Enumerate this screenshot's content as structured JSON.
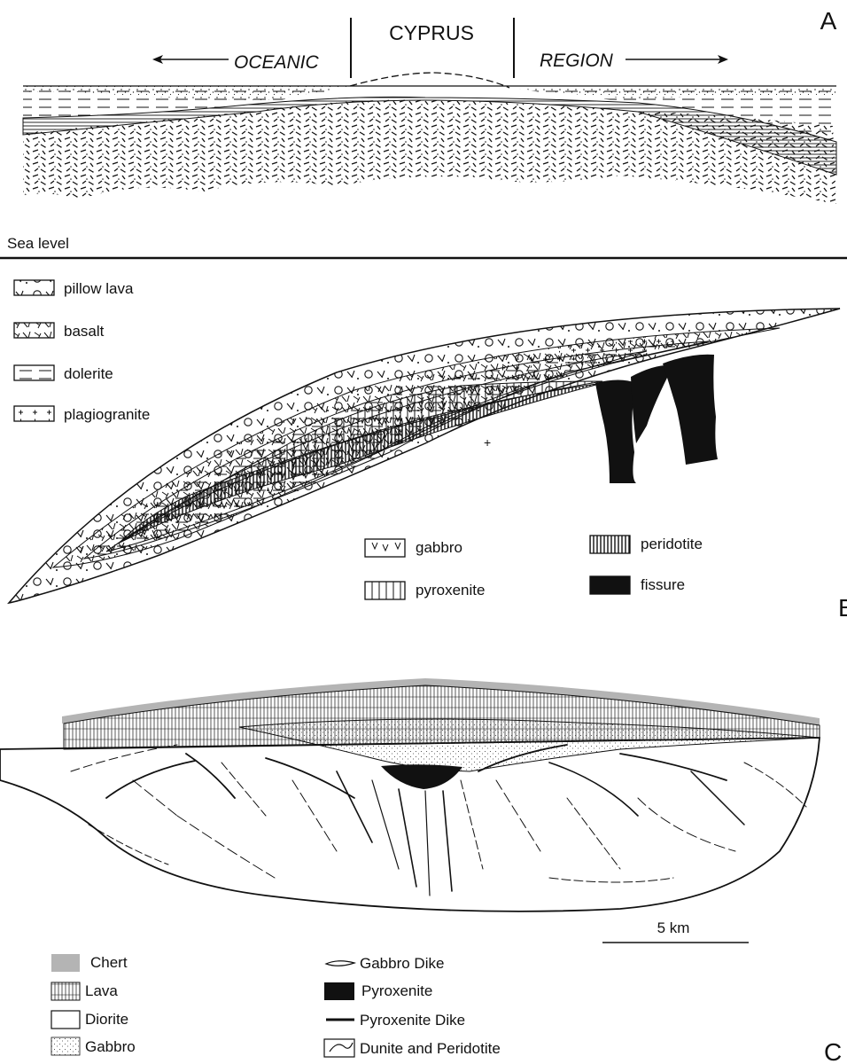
{
  "panel_a": {
    "title": "CYPRUS",
    "left_label": "OCEANIC",
    "right_label": "REGION",
    "letter": "A",
    "sea_level": "Sea level"
  },
  "panel_b": {
    "letter": "B",
    "legend": [
      {
        "key": "pillow",
        "label": "pillow lava"
      },
      {
        "key": "basalt",
        "label": "basalt"
      },
      {
        "key": "dolerite",
        "label": "dolerite"
      },
      {
        "key": "plagio",
        "label": "plagiogranite"
      },
      {
        "key": "gabbro",
        "label": "gabbro"
      },
      {
        "key": "pyrox",
        "label": "pyroxenite"
      },
      {
        "key": "perid",
        "label": "peridotite"
      },
      {
        "key": "fissure",
        "label": "fissure"
      }
    ]
  },
  "panel_c": {
    "letter": "C",
    "scale_label": "5 km",
    "legend": [
      {
        "key": "chert",
        "label": "Chert",
        "color": "#b4b4b4"
      },
      {
        "key": "lava",
        "label": "Lava"
      },
      {
        "key": "diorite",
        "label": "Diorite"
      },
      {
        "key": "gabbro",
        "label": "Gabbro"
      },
      {
        "key": "gabbro-dike",
        "label": "Gabbro Dike"
      },
      {
        "key": "pyroxenite",
        "label": "Pyroxenite"
      },
      {
        "key": "pyroxenite-dike",
        "label": "Pyroxenite Dike"
      },
      {
        "key": "dunite",
        "label": "Dunite and Peridotite"
      }
    ]
  }
}
